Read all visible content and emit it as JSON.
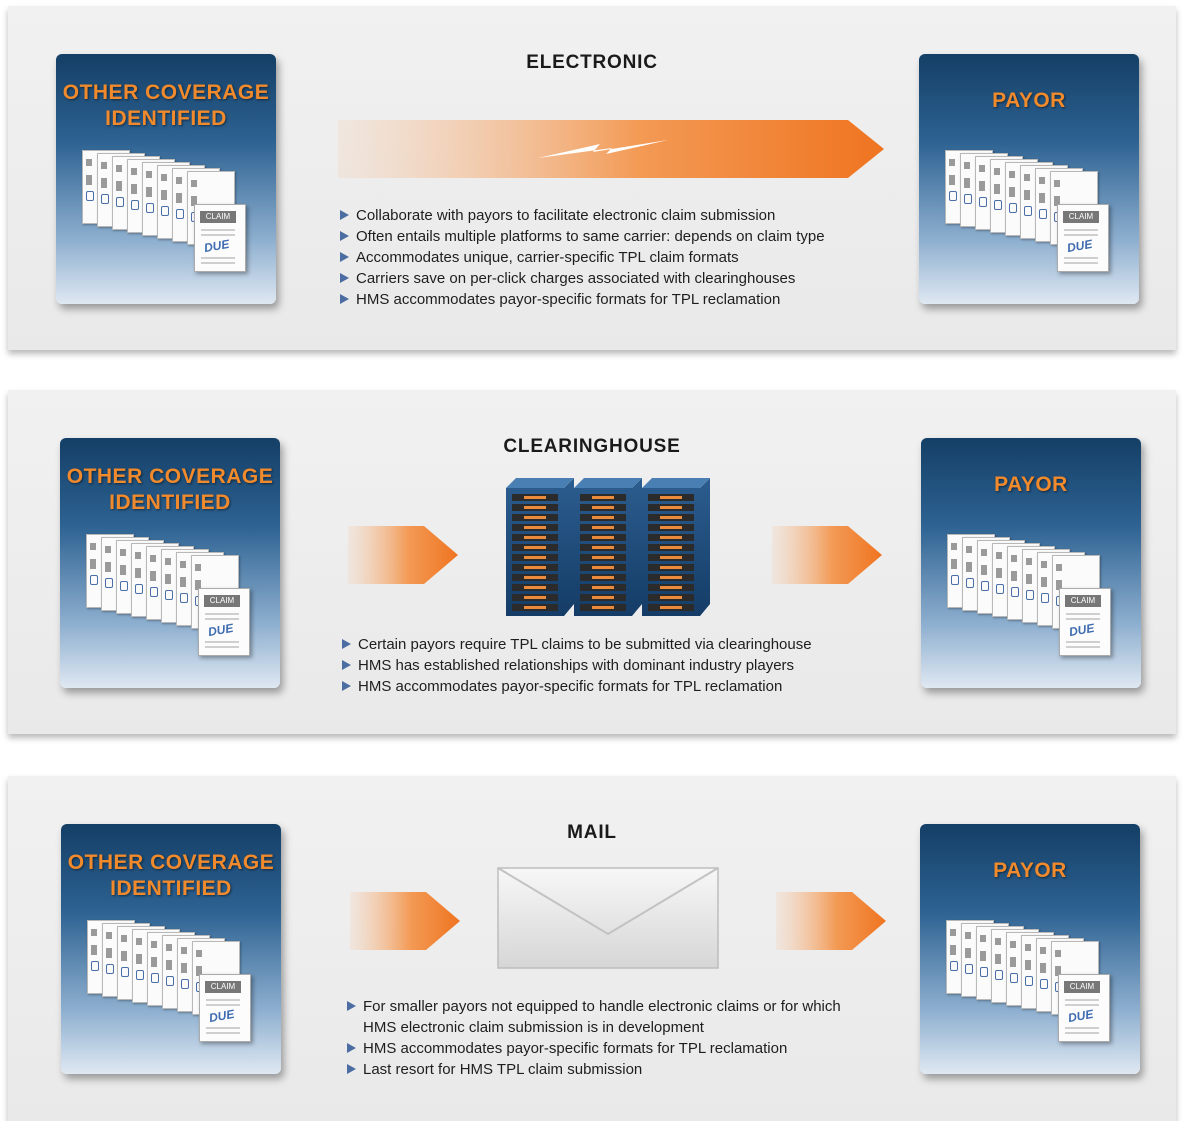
{
  "panels": [
    {
      "title": "ELECTRONIC",
      "left_card": "OTHER COVERAGE\nIDENTIFIED",
      "right_card": "PAYOR",
      "bullets": [
        "Collaborate with payors to facilitate electronic claim submission",
        "Often entails multiple platforms to same carrier: depends on claim type",
        "Accommodates unique, carrier-specific TPL claim formats",
        "Carriers save on per-click charges associated with clearinghouses",
        "HMS accommodates payor-specific formats for TPL reclamation"
      ]
    },
    {
      "title": "CLEARINGHOUSE",
      "left_card": "OTHER COVERAGE\nIDENTIFIED",
      "right_card": "PAYOR",
      "bullets": [
        "Certain payors require TPL claims to be submitted via clearinghouse",
        "HMS has established relationships with dominant industry players",
        "HMS accommodates payor-specific formats for TPL reclamation"
      ]
    },
    {
      "title": "MAIL",
      "left_card": "OTHER COVERAGE\nIDENTIFIED",
      "right_card": "PAYOR",
      "bullets": [
        "For smaller payors not equipped to handle electronic claims or for which HMS electronic claim submission is in development",
        "HMS accommodates payor-specific formats for TPL reclamation",
        "Last resort for HMS TPL claim submission"
      ]
    }
  ],
  "doc_labels": {
    "claim": "CLAIM",
    "due": "DUE"
  },
  "colors": {
    "accent_orange": "#f07a22",
    "card_blue": "#1f4f7f",
    "bullet_blue": "#4c6da1"
  }
}
